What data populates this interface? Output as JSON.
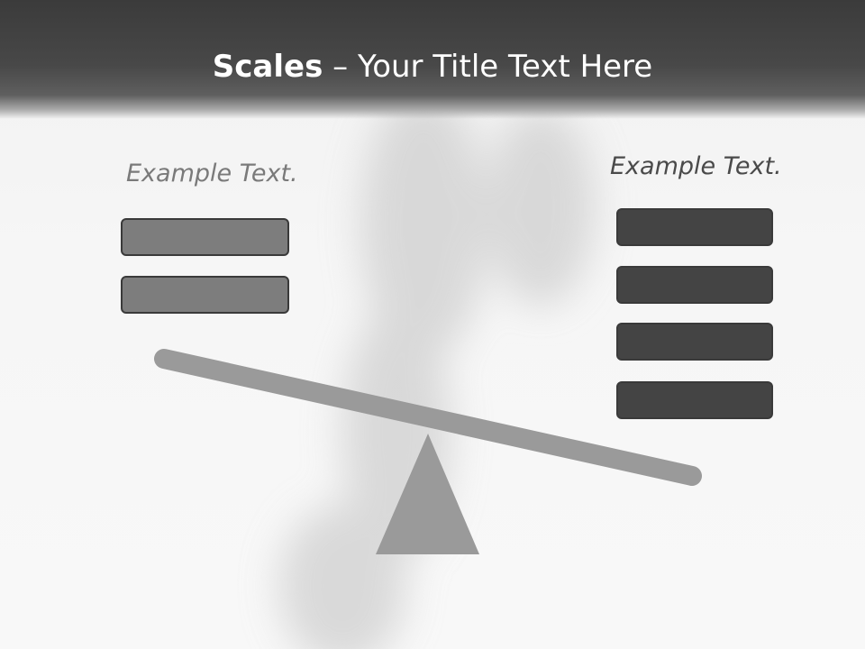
{
  "title": {
    "bold": "Scales",
    "rest": " – Your Title Text Here"
  },
  "left": {
    "caption": "Example Text.",
    "block_count": 2,
    "block_color": "#7d7d7d"
  },
  "right": {
    "caption": "Example Text.",
    "block_count": 4,
    "block_color": "#444444"
  },
  "colors": {
    "title_bar": "#3b3b3b",
    "beam": "#9a9a9a",
    "fulcrum": "#9a9a9a",
    "title_text": "#ffffff"
  }
}
